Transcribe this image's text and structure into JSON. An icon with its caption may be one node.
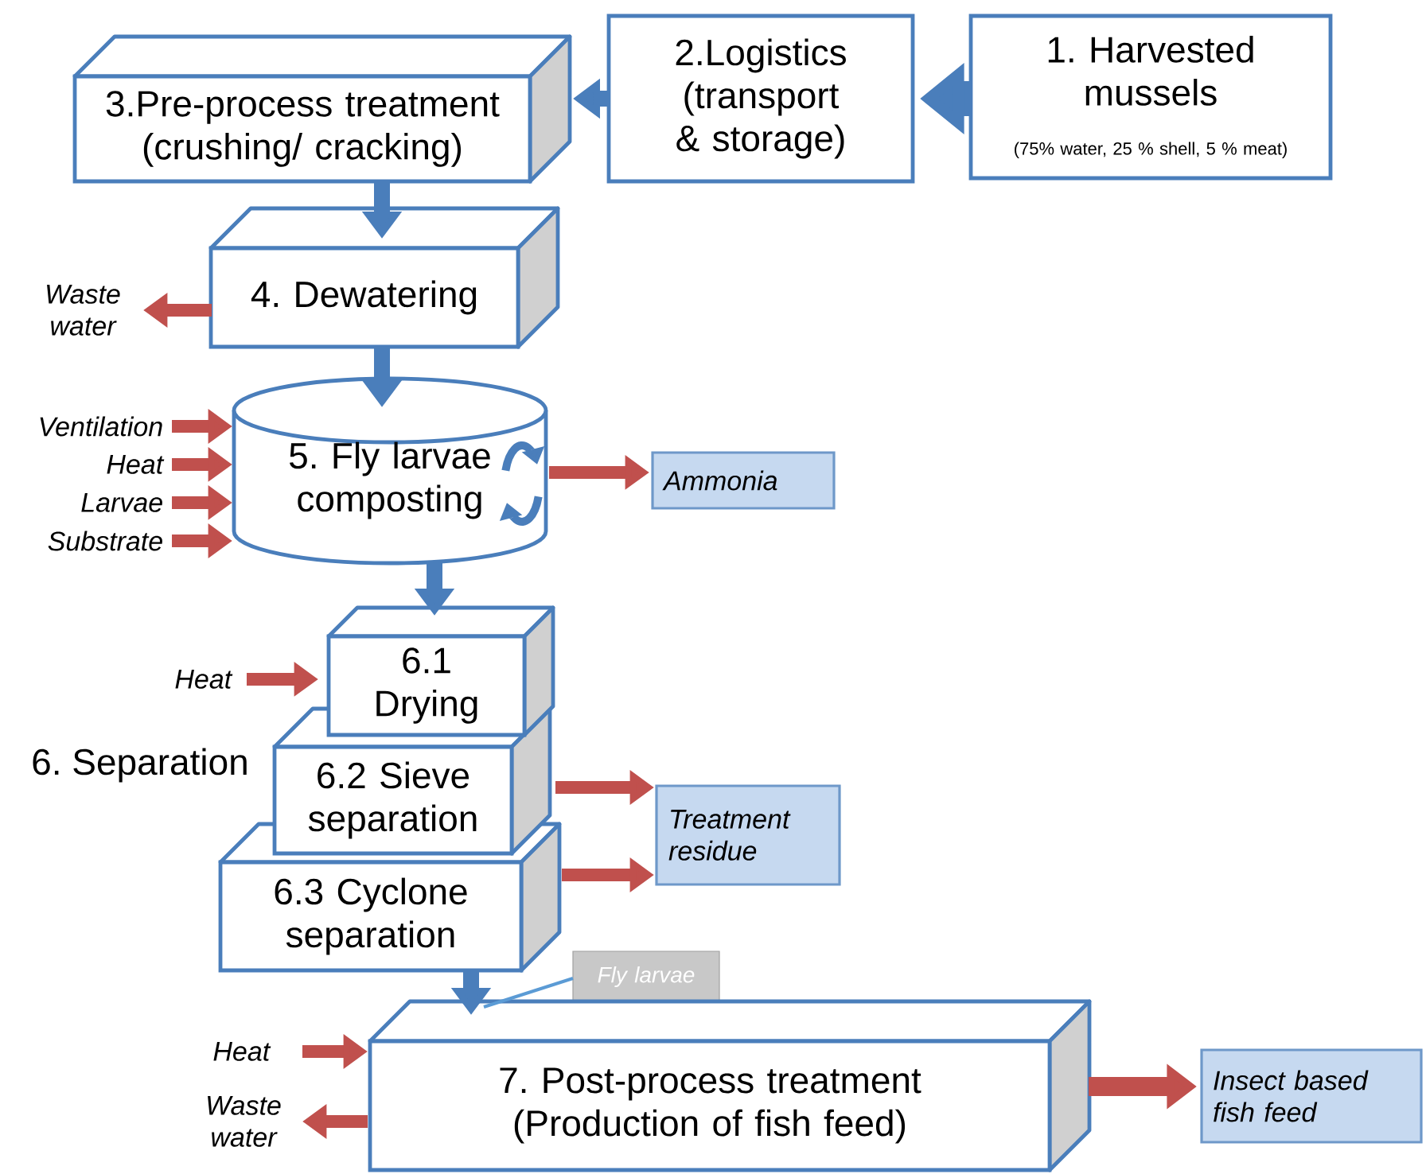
{
  "diagram": {
    "nodes": [
      {
        "text": [
          "1. Harvested mussels",
          "(75% water, 25 % shell, 5 % meat)"
        ]
      },
      {
        "text": [
          "2.Logistics (transport & storage)"
        ]
      },
      {
        "text": [
          "3.Pre-process treatment (crushing/ cracking)"
        ]
      },
      {
        "text": [
          "4. Dewatering"
        ]
      },
      {
        "text": [
          "Waste water"
        ]
      },
      {
        "text": [
          "5. Fly larvae composting"
        ]
      },
      {
        "text": [
          "Ventilation"
        ]
      },
      {
        "text": [
          "Heat"
        ]
      },
      {
        "text": [
          "Larvae"
        ]
      },
      {
        "text": [
          "Substrate"
        ]
      },
      {
        "text": [
          "Ammonia"
        ]
      },
      {
        "text": [
          "6.1 Drying"
        ]
      },
      {
        "text": [
          "Heat"
        ]
      },
      {
        "text": [
          "6.2 Sieve separation"
        ]
      },
      {
        "text": [
          "6.3 Cyclone separation"
        ]
      },
      {
        "text": [
          "Treatment residue"
        ]
      },
      {
        "text": [
          "Fly larvae"
        ]
      },
      {
        "text": [
          "7. Post-process treatment (Production of fish feed)"
        ]
      },
      {
        "text": [
          "Heat"
        ]
      },
      {
        "text": [
          "Waste water"
        ]
      },
      {
        "text": [
          "Insect based fish feed"
        ]
      }
    ],
    "edges": [
      {
        "from": 0,
        "to": 1,
        "arrow": "to",
        "style": "thick",
        "color": "#4a7ebb"
      },
      {
        "from": 1,
        "to": 2,
        "arrow": "to",
        "color": "#4a7ebb"
      },
      {
        "from": 2,
        "to": 3,
        "arrow": "to",
        "color": "#4a7ebb"
      },
      {
        "from": 3,
        "to": 4,
        "arrow": "to"
      },
      {
        "from": 3,
        "to": 5,
        "arrow": "to",
        "color": "#4a7ebb"
      },
      {
        "from": 6,
        "to": 5,
        "arrow": "to"
      },
      {
        "from": 7,
        "to": 5,
        "arrow": "to"
      },
      {
        "from": 8,
        "to": 5,
        "arrow": "to"
      },
      {
        "from": 9,
        "to": 5,
        "arrow": "to"
      },
      {
        "from": 5,
        "to": 10,
        "arrow": "to"
      },
      {
        "from": 5,
        "to": 11,
        "arrow": "to",
        "color": "#4a7ebb"
      },
      {
        "from": 12,
        "to": 11,
        "arrow": "to"
      },
      {
        "from": 13,
        "to": 15,
        "arrow": "to"
      },
      {
        "from": 14,
        "to": 15,
        "arrow": "to"
      },
      {
        "from": 14,
        "to": 17,
        "arrow": "to",
        "color": "#4a7ebb"
      },
      {
        "from": 16,
        "to": 17,
        "arrow": "none",
        "color": "#5b9bd5"
      },
      {
        "from": 18,
        "to": 17,
        "arrow": "to"
      },
      {
        "from": 17,
        "to": 19,
        "arrow": "to"
      },
      {
        "from": 17,
        "to": 20,
        "arrow": "to"
      }
    ],
    "labels": [
      "6. Separation"
    ]
  }
}
